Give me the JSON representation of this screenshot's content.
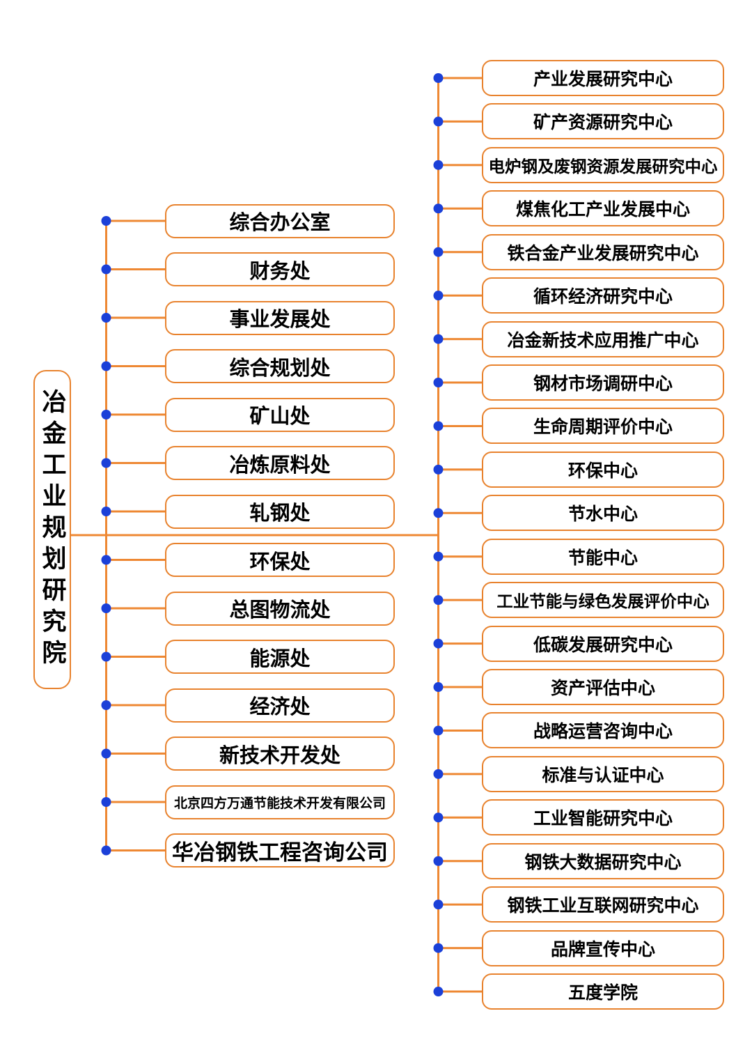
{
  "root": {
    "label": "冶金工业规划研究院"
  },
  "departments": [
    "综合办公室",
    "财务处",
    "事业发展处",
    "综合规划处",
    "矿山处",
    "冶炼原料处",
    "轧钢处",
    "环保处",
    "总图物流处",
    "能源处",
    "经济处",
    "新技术开发处",
    "北京四方万通节能技术开发有限公司",
    "华冶钢铁工程咨询公司"
  ],
  "centers": [
    "产业发展研究中心",
    "矿产资源研究中心",
    "电炉钢及废钢资源发展研究中心",
    "煤焦化工产业发展中心",
    "铁合金产业发展研究中心",
    "循环经济研究中心",
    "冶金新技术应用推广中心",
    "钢材市场调研中心",
    "生命周期评价中心",
    "环保中心",
    "节水中心",
    "节能中心",
    "工业节能与绿色发展评价中心",
    "低碳发展研究中心",
    "资产评估中心",
    "战略运营咨询中心",
    "标准与认证中心",
    "工业智能研究中心",
    "钢铁大数据研究中心",
    "钢铁工业互联网研究中心",
    "品牌宣传中心",
    "五度学院"
  ],
  "colors": {
    "line": "#ee8833",
    "border": "#e8822d",
    "dot": "#1b40d8",
    "text": "#000000",
    "background": "#ffffff"
  }
}
